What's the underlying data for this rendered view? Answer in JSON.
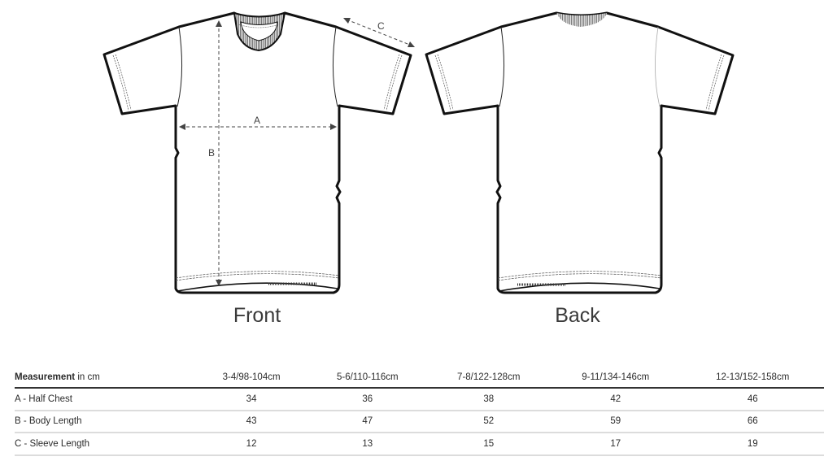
{
  "views": {
    "front": {
      "caption": "Front",
      "labels": {
        "a": "A",
        "b": "B",
        "c": "C"
      }
    },
    "back": {
      "caption": "Back"
    }
  },
  "table": {
    "header": {
      "measurement_bold": "Measurement",
      "measurement_unit": " in cm",
      "sizes": [
        "3-4/98-104cm",
        "5-6/110-116cm",
        "7-8/122-128cm",
        "9-11/134-146cm",
        "12-13/152-158cm"
      ]
    },
    "rows": [
      {
        "label": "A - Half Chest",
        "values": [
          "34",
          "36",
          "38",
          "42",
          "46"
        ]
      },
      {
        "label": "B - Body Length",
        "values": [
          "43",
          "47",
          "52",
          "59",
          "66"
        ]
      },
      {
        "label": "C - Sleeve Length",
        "values": [
          "12",
          "13",
          "15",
          "17",
          "19"
        ]
      }
    ]
  }
}
